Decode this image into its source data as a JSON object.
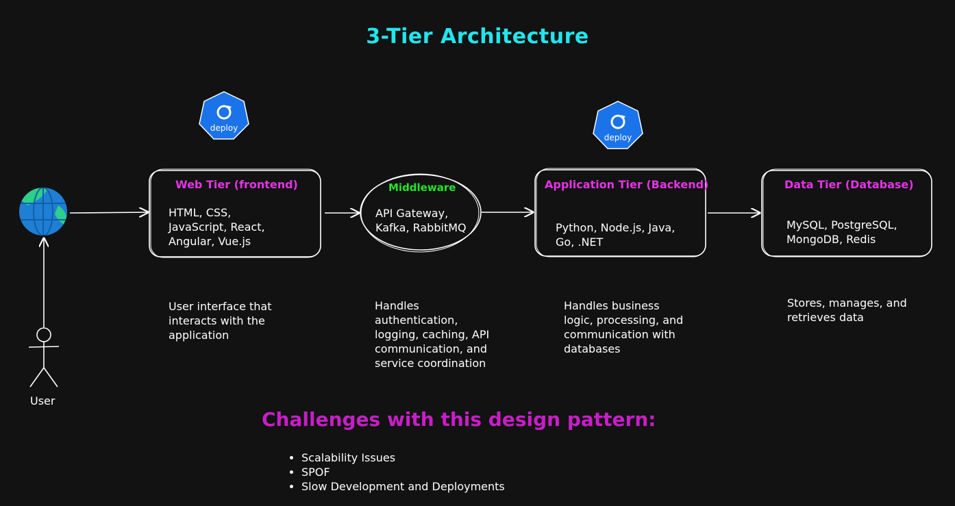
{
  "title": "3-Tier Architecture",
  "user_label": "User",
  "deploy_icons": [
    {
      "label": "deploy",
      "color": "#1a73e8"
    },
    {
      "label": "deploy",
      "color": "#1a73e8"
    }
  ],
  "tiers": [
    {
      "title": "Web Tier (frontend)",
      "body": "HTML, CSS,\nJavaScript, React,\nAngular, Vue.js",
      "description": "User interface that\ninteracts with the\napplication"
    },
    {
      "title": "Middleware",
      "body": "API Gateway,\nKafka, RabbitMQ",
      "description": "Handles\nauthentication,\nlogging, caching, API\ncommunication, and\nservice coordination"
    },
    {
      "title": "Application Tier (Backend)",
      "body": "Python, Node.js, Java,\nGo, .NET",
      "description": "Handles business\nlogic, processing, and\ncommunication with\ndatabases"
    },
    {
      "title": "Data Tier (Database)",
      "body": "MySQL, PostgreSQL,\nMongoDB, Redis",
      "description": "Stores, manages, and\nretrieves data"
    }
  ],
  "challenges": {
    "heading": "Challenges with this design pattern:",
    "items": [
      "Scalability Issues",
      "SPOF",
      "Slow Development and Deployments"
    ]
  },
  "colors": {
    "background": "#121212",
    "title": "#22e5ee",
    "tier_title": "#e633e6",
    "middleware_title": "#22e52a",
    "challenges": "#c81ec8",
    "globe": "#1f7fd4",
    "globe_accent": "#2ecf8a"
  }
}
